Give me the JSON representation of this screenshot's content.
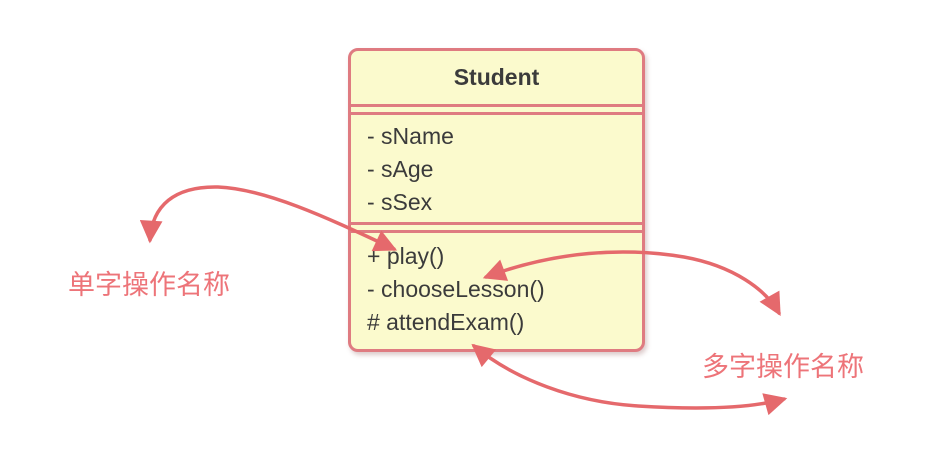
{
  "uml_class": {
    "name": "Student",
    "attributes": [
      "- sName",
      "- sAge",
      "- sSex"
    ],
    "methods": [
      "+ play()",
      "- chooseLesson()",
      "# attendExam()"
    ]
  },
  "annotations": {
    "single_word_label": "单字操作名称",
    "multi_word_label": "多字操作名称"
  },
  "colors": {
    "background": "#FFFFFF",
    "box_fill": "#FBFACD",
    "box_border": "#DF7B81",
    "arrow": "#E5696C",
    "annotation_text": "#ED7479",
    "class_text": "#3B3B3B"
  }
}
